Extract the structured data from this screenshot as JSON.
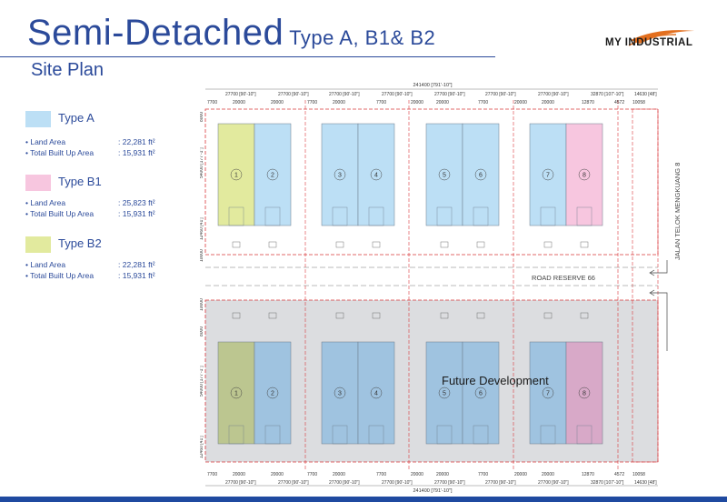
{
  "header": {
    "title": "Semi-Detached",
    "subtitle": "Type A, B1& B2",
    "section": "Site Plan",
    "logo_text": "MY INDUSTRIAL"
  },
  "legend": [
    {
      "id": "a",
      "label": "Type A",
      "color": "#bcdff5",
      "rows": [
        {
          "k": "• Land Area",
          "v": ":  22,281 ft²"
        },
        {
          "k": "• Total Built Up Area",
          "v": ":  15,931 ft²"
        }
      ]
    },
    {
      "id": "b1",
      "label": "Type B1",
      "color": "#f7c6df",
      "rows": [
        {
          "k": "• Land Area",
          "v": ":  25,823  ft²"
        },
        {
          "k": "• Total Built Up Area",
          "v": ":  15,931 ft²"
        }
      ]
    },
    {
      "id": "b2",
      "label": "Type B2",
      "color": "#e2ea9e",
      "rows": [
        {
          "k": "• Land Area",
          "v": ":  22,281 ft²"
        },
        {
          "k": "• Total Built Up Area",
          "v": ":  15,931 ft²"
        }
      ]
    }
  ],
  "plan": {
    "overall": "241400 [791'-10\"]",
    "top_dims": [
      "27700 [90'-10\"]",
      "27700 [90'-10\"]",
      "27700 [90'-10\"]",
      "27700 [90'-10\"]",
      "27700 [90'-10\"]",
      "27700 [90'-10\"]",
      "27700 [90'-10\"]",
      "32870 [107'-10\"]",
      "14630 [48']"
    ],
    "sub_dims": [
      "7700",
      "20000",
      "20000",
      "7700",
      "20000",
      "7700",
      "20000",
      "20000",
      "7700",
      "20000",
      "20000",
      "12870",
      "4572",
      "10058"
    ],
    "bottom_dims": [
      "27700 [90'-10\"]",
      "27700 [90'-10\"]",
      "27700 [90'-10\"]",
      "27700 [90'-10\"]",
      "27700 [90'-10\"]",
      "27700 [90'-10\"]",
      "27700 [90'-10\"]",
      "32870 [107'-10\"]",
      "14630 [48']"
    ],
    "left_dims_top": [
      "8000",
      "54000 [177'-1\"]",
      "12460 [41']",
      "10000"
    ],
    "left_dims_bottom": [
      "10000",
      "8000",
      "54000 [177'-1\"]",
      "12460 [41']"
    ],
    "road_reserve": "ROAD RESERVE 66",
    "side_road": "JALAN TELOK MENGKUANG 8",
    "future": "Future Development",
    "lots_top": [
      {
        "n": "1",
        "type": "b2"
      },
      {
        "n": "2",
        "type": "a"
      },
      {
        "n": "3",
        "type": "a"
      },
      {
        "n": "4",
        "type": "a"
      },
      {
        "n": "5",
        "type": "a"
      },
      {
        "n": "6",
        "type": "a"
      },
      {
        "n": "7",
        "type": "a"
      },
      {
        "n": "8",
        "type": "b1"
      }
    ],
    "lots_bottom": [
      {
        "n": "1",
        "type": "b2d"
      },
      {
        "n": "2",
        "type": "ad"
      },
      {
        "n": "3",
        "type": "ad"
      },
      {
        "n": "4",
        "type": "ad"
      },
      {
        "n": "5",
        "type": "ad"
      },
      {
        "n": "6",
        "type": "ad"
      },
      {
        "n": "7",
        "type": "ad"
      },
      {
        "n": "8",
        "type": "b1d"
      }
    ]
  },
  "colors": {
    "a": "#bcdff5",
    "b1": "#f7c6df",
    "b2": "#e2ea9e",
    "ad": "#9fc3e0",
    "b1d": "#d8a9c8",
    "b2d": "#bcc690",
    "grey": "#dcdde0",
    "red": "#d9373a"
  }
}
